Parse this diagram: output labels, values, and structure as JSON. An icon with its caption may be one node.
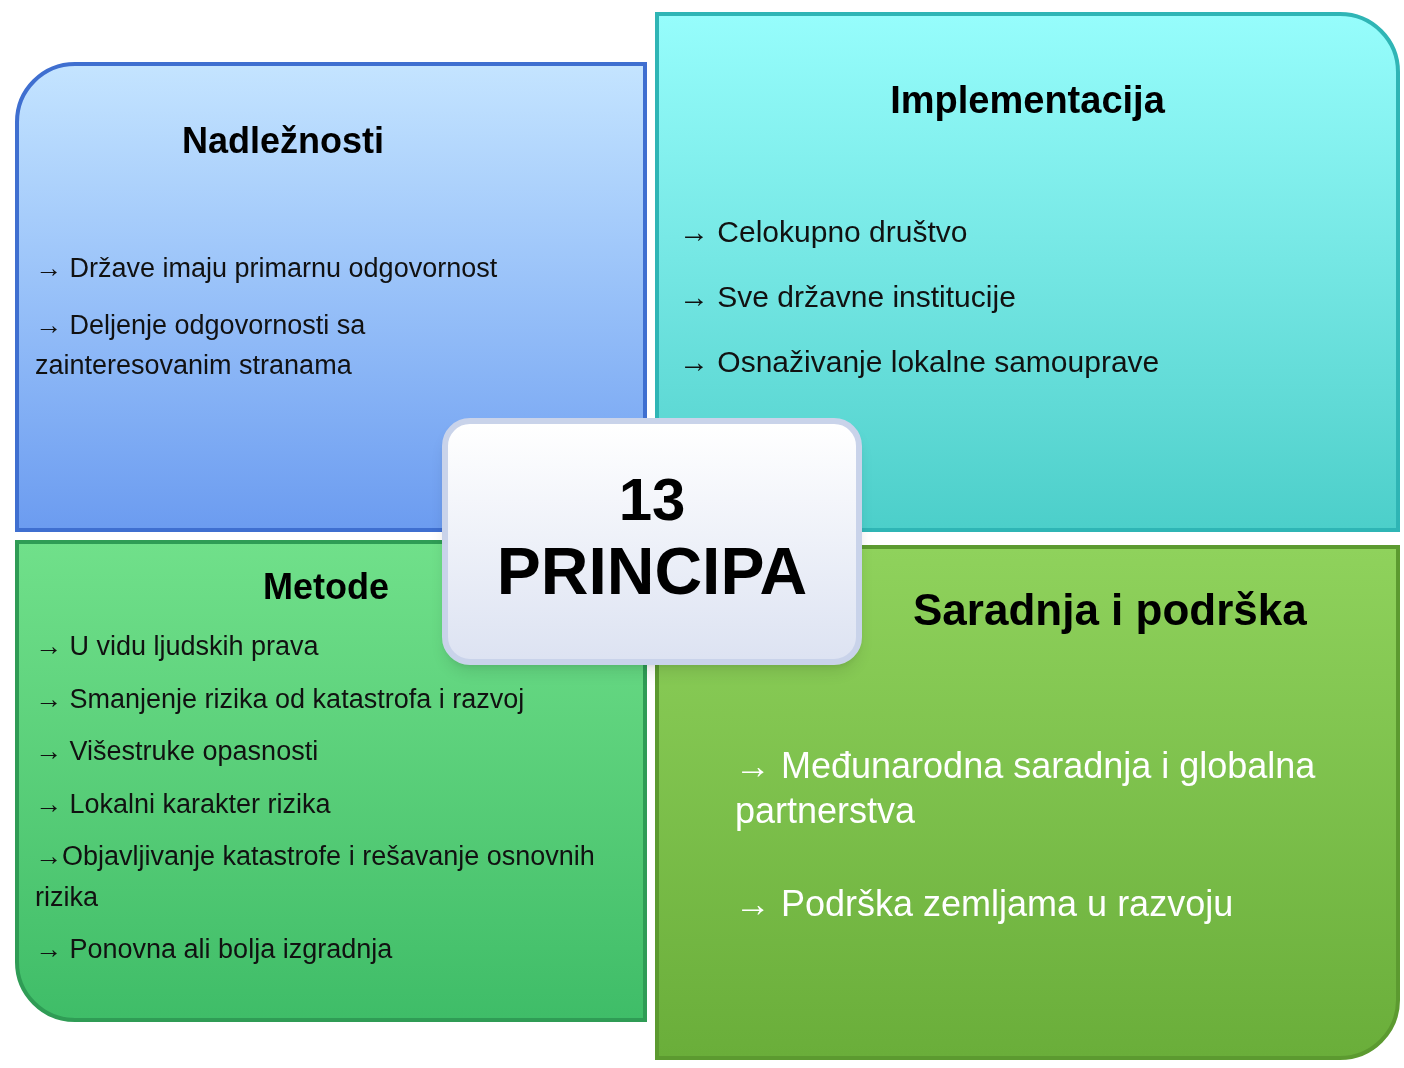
{
  "diagram": {
    "nodes": [
      {
        "text": [
          "Nadležnosti",
          "→ Države imaju primarnu odgovornost",
          "→ Deljenje odgovornosti sa zainteresovanim stranama"
        ]
      },
      {
        "text": [
          "Implementacija",
          "→ Celokupno društvo",
          "→ Sve državne institucije",
          "→ Osnaživanje lokalne samouprave"
        ]
      },
      {
        "text": [
          "Metode",
          "→ U vidu ljudskih prava",
          "→ Smanjenje rizika od katastrofa i razvoj",
          "→ Višestruke opasnosti",
          "→ Lokalni karakter rizika",
          "→Objavljivanje katastrofe i rešavanje osnovnih rizika",
          "→ Ponovna ali bolja izgradnja"
        ]
      },
      {
        "text": [
          "Saradnja i podrška",
          "→ Međunarodna saradnja i globalna partnerstva",
          "→ Podrška zemljama u razvoju"
        ]
      },
      {
        "text": [
          "13",
          "PRINCIPA"
        ]
      }
    ]
  }
}
